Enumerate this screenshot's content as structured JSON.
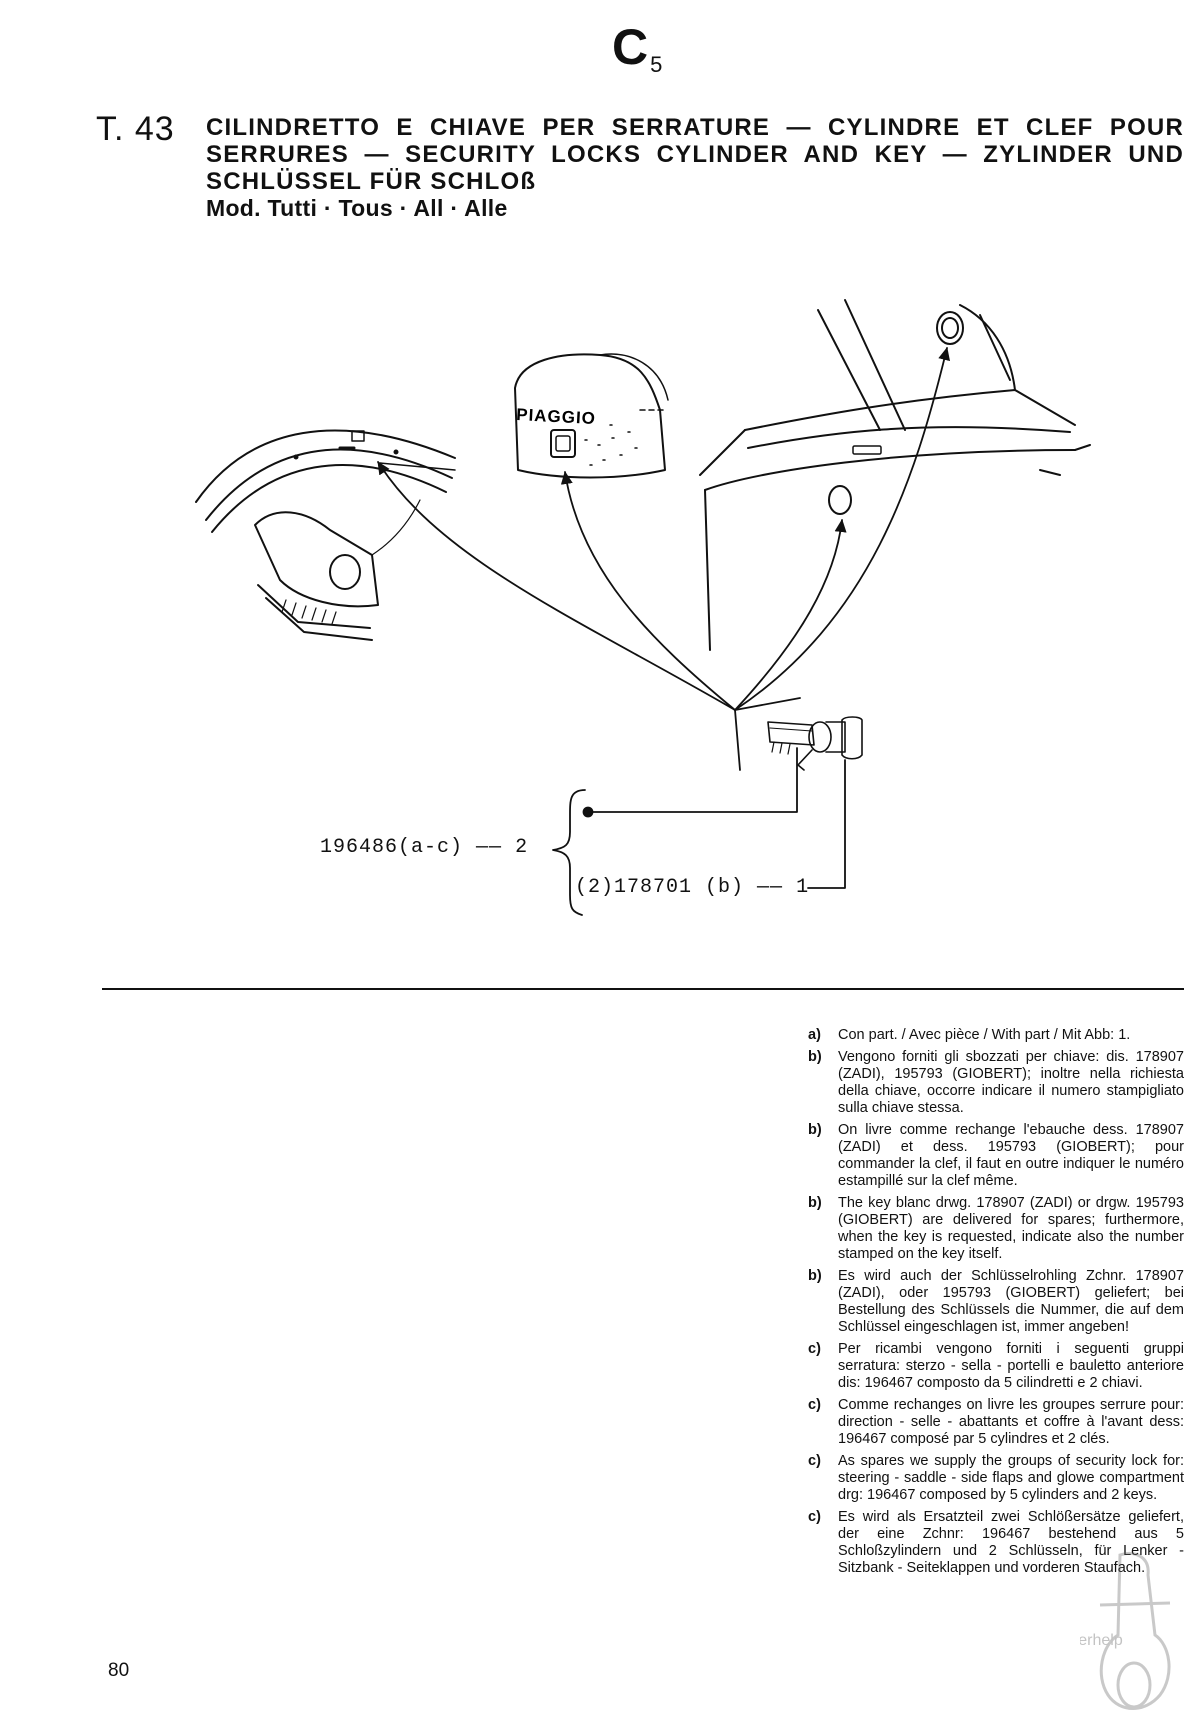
{
  "header": {
    "section_letter": "C",
    "section_index": "5",
    "table_number": "T. 43",
    "title": "CILINDRETTO E CHIAVE PER SERRATURE — CYLINDRE ET CLEF POUR SERRURES — SECURITY LOCKS CYLINDER AND KEY — ZYLINDER UND SCHLÜSSEL FÜR SCHLOß",
    "models": "Mod. Tutti · Tous · All · Alle"
  },
  "diagram": {
    "brand_label": "PIAGGIO",
    "callouts": [
      {
        "ref": "196486(a-c)",
        "qty": "2"
      },
      {
        "ref": "(2)178701 (b)",
        "qty": "1"
      }
    ]
  },
  "notes": [
    {
      "tag": "a)",
      "text": "Con part. / Avec pièce / With part / Mit Abb: 1."
    },
    {
      "tag": "b)",
      "text": "Vengono forniti gli sbozzati per chiave: dis. 178907 (ZADI), 195793 (GIOBERT); inoltre nella richiesta della chiave, occorre indicare il numero stampigliato sulla chiave stessa."
    },
    {
      "tag": "b)",
      "text": "On livre comme rechange l'ebauche dess. 178907 (ZADI) et dess. 195793 (GIOBERT); pour commander la clef, il faut en outre indiquer le numéro estampillé sur la clef même."
    },
    {
      "tag": "b)",
      "text": "The key blanc drwg. 178907 (ZADI) or drgw. 195793 (GIOBERT) are delivered for spares; furthermore, when the key is requested, indicate also the number stamped on the key itself."
    },
    {
      "tag": "b)",
      "text": "Es wird auch der Schlüsselrohling Zchnr. 178907 (ZADI), oder 195793 (GIOBERT) geliefert; bei Bestellung des Schlüssels die Nummer, die auf dem Schlüssel eingeschlagen ist, immer angeben!"
    },
    {
      "tag": "c)",
      "text": "Per ricambi vengono forniti i seguenti gruppi serratura: sterzo - sella - portelli e bauletto anteriore dis: 196467 composto da 5 cilindretti e 2 chiavi."
    },
    {
      "tag": "c)",
      "text": "Comme rechanges on livre les groupes serrure pour: direction - selle - abattants et coffre à l'avant dess: 196467 composé par 5 cylindres et 2 clés."
    },
    {
      "tag": "c)",
      "text": "As spares we supply the groups of security lock for: steering - saddle - side flaps and glowe compartment drg: 196467 composed by 5 cylinders and 2 keys."
    },
    {
      "tag": "c)",
      "text": "Es wird als Ersatzteil zwei Schlößersätze geliefert, der eine Zchnr: 196467 bestehend aus 5 Schloßzylindern und 2 Schlüsseln, für Lenker - Sitzbank - Seiteklappen und vorderen Staufach."
    }
  ],
  "page_number": "80",
  "watermark_text": "scooterhelp"
}
